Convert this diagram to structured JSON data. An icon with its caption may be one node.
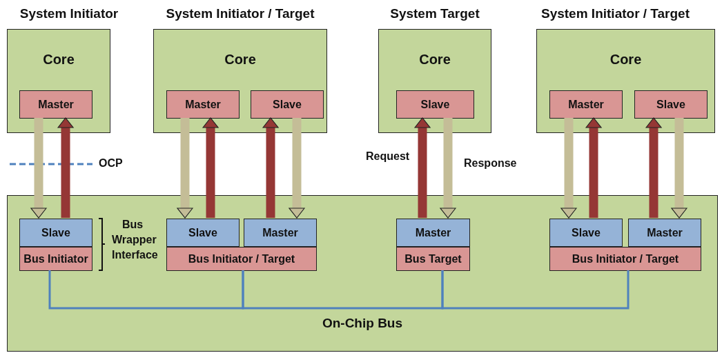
{
  "diagram": {
    "nodes": [
      {
        "text": [
          "System Initiator",
          "Core"
        ]
      },
      {
        "text": [
          "Master"
        ],
        "in": 0
      },
      {
        "text": [
          "System Initiator / Target",
          "Core"
        ]
      },
      {
        "text": [
          "Master"
        ],
        "in": 2
      },
      {
        "text": [
          "Slave"
        ],
        "in": 2
      },
      {
        "text": [
          "System Target",
          "Core"
        ]
      },
      {
        "text": [
          "Slave"
        ],
        "in": 5
      },
      {
        "text": [
          "System Initiator / Target",
          "Core"
        ]
      },
      {
        "text": [
          "Master"
        ],
        "in": 7
      },
      {
        "text": [
          "Slave"
        ],
        "in": 7
      },
      {
        "text": [
          "On-Chip Bus"
        ]
      },
      {
        "text": [
          "Slave"
        ],
        "in": 10
      },
      {
        "text": [
          "Bus Initiator"
        ],
        "in": 10
      },
      {
        "text": [
          "Slave"
        ],
        "in": 10
      },
      {
        "text": [
          "Master"
        ],
        "in": 10
      },
      {
        "text": [
          "Bus Initiator / Target"
        ],
        "in": 10
      },
      {
        "text": [
          "Master"
        ],
        "in": 10
      },
      {
        "text": [
          "Bus Target"
        ],
        "in": 10
      },
      {
        "text": [
          "Slave"
        ],
        "in": 10
      },
      {
        "text": [
          "Master"
        ],
        "in": 10
      },
      {
        "text": [
          "Bus Initiator / Target"
        ],
        "in": 10
      }
    ],
    "edges": [
      {
        "from": 1,
        "to": 11,
        "arrow": "to",
        "color": "#c4bd97"
      },
      {
        "from": 11,
        "to": 1,
        "arrow": "to",
        "color": "#953735"
      },
      {
        "from": 3,
        "to": 13,
        "arrow": "to",
        "color": "#c4bd97"
      },
      {
        "from": 13,
        "to": 3,
        "arrow": "to",
        "color": "#953735"
      },
      {
        "from": 14,
        "to": 4,
        "arrow": "to",
        "color": "#953735"
      },
      {
        "from": 4,
        "to": 14,
        "arrow": "to",
        "color": "#c4bd97"
      },
      {
        "from": 16,
        "to": 6,
        "arrow": "to",
        "label": "Request",
        "color": "#953735"
      },
      {
        "from": 6,
        "to": 16,
        "arrow": "to",
        "label": "Response",
        "color": "#c4bd97"
      },
      {
        "from": 8,
        "to": 18,
        "arrow": "to",
        "color": "#c4bd97"
      },
      {
        "from": 18,
        "to": 8,
        "arrow": "to",
        "color": "#953735"
      },
      {
        "from": 19,
        "to": 9,
        "arrow": "to",
        "color": "#953735"
      },
      {
        "from": 9,
        "to": 19,
        "arrow": "to",
        "color": "#c4bd97"
      },
      {
        "from": 12,
        "to": 15,
        "arrow": "none",
        "color": "#4f81bd"
      },
      {
        "from": 15,
        "to": 17,
        "arrow": "none",
        "color": "#4f81bd"
      },
      {
        "from": 17,
        "to": 20,
        "arrow": "none",
        "color": "#4f81bd"
      }
    ],
    "labels": [
      "OCP",
      "Bus Wrapper Interface"
    ]
  }
}
